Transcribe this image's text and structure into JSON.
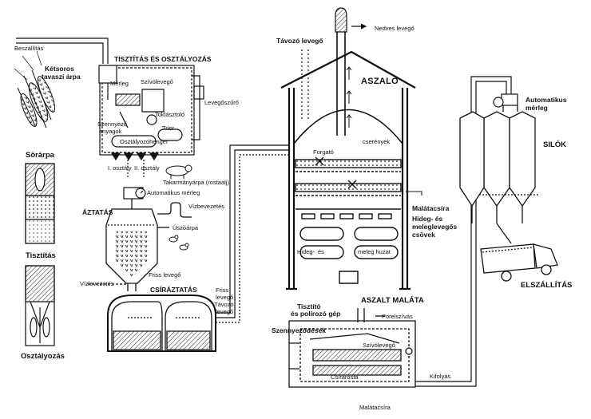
{
  "labels": {
    "beszallitas": "Beszállítás",
    "ketsoros": "Kétsoros",
    "tavaszi_arpa": "tavaszi árpa",
    "tisztitas_osztalyozas": "TISZTÍTÁS ÉS OSZTÁLYOZÁS",
    "merleg": "Mérleg",
    "szivolevego_top": "Szívólevegő",
    "levegoszuro": "Levegőszűrő",
    "toklasztolo": "Toklásztoló",
    "szennyezo_1": "Szennyező",
    "szennyezo_2": "anyagok",
    "trior": "Trior",
    "osztalyozohenger": "Osztályozóhenger",
    "i_osztaly": "I. osztály",
    "ii_osztaly": "II. osztály",
    "takarmanyarpa": "Takarmányárpa (rostaalj)",
    "automatikus_merleg_left": "Automatikus mérleg",
    "sorarpa": "Sörárpa",
    "tisztitas": "Tisztítás",
    "osztalyozas": "Osztályozás",
    "aztatas": "ÁZTATÁS",
    "vizbevezetes": "Vízbevezetés",
    "uszoarpa": "Úszóárpa",
    "friss_levego_1": "Friss levegő",
    "vizlevezetes": "Vízlevezetés",
    "csiraztatas": "CSÍRÁZTATÁS",
    "friss_levego_2a": "Friss",
    "friss_levego_2b": "levegő",
    "tavozo_levego_small_a": "Távozó",
    "tavozo_levego_small_b": "levegő",
    "tavozo_levego": "Távozó levegő",
    "nedves_levego": "Nedves levegő",
    "aszalo": "ASZALÓ",
    "forgato": "Forgató",
    "cserenyek": "cserények",
    "malatacsira_right": "Malátacsíra",
    "hideg_es": "Hideg- és",
    "melegleveges": "meleglevegős",
    "csovek": "csövek",
    "hideg_es_2": "Hideg-",
    "es": "és",
    "meleg_huzat": "meleg huzat",
    "aszalt_malata": "ASZALT MALÁTA",
    "tisztito_1": "Tisztító",
    "tisztito_2": "és polírozó gép",
    "porelszivas": "Porelszívás",
    "szennyezodesek": "Szennyeződések",
    "szivolevego_bottom": "Szívólevegő",
    "csirarosta": "Csírarosta",
    "kifolyas": "Kifolyás",
    "malatacsira_bottom": "Malátacsíra",
    "automatikus_merleg_right_1": "Automatikus",
    "automatikus_merleg_right_2": "mérleg",
    "silok": "SILÓK",
    "elszallitas": "ELSZÁLLÍTÁS"
  }
}
